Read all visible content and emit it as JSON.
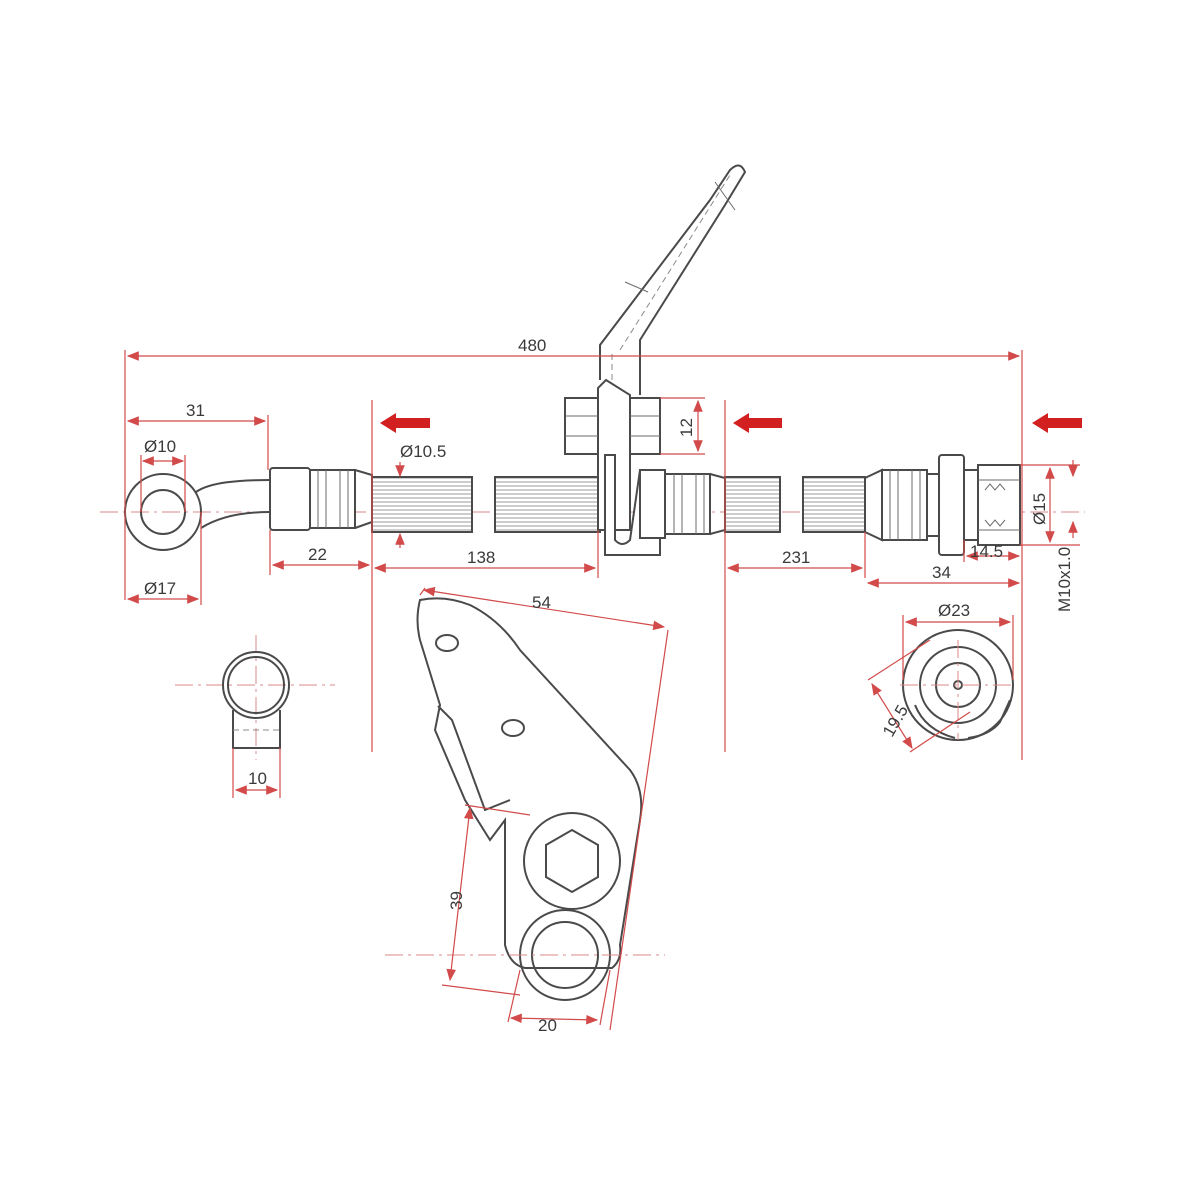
{
  "dimensions": {
    "overall_length": "480",
    "eye_offset": "31",
    "eye_inner_dia": "Ø10",
    "eye_outer_dia": "Ø17",
    "hose_dia": "Ø10.5",
    "fitting_left": "22",
    "hose_left_segment": "138",
    "bracket_thickness": "12",
    "hose_right_segment": "231",
    "fitting_right": "34",
    "thread_length": "14.5",
    "nut_dia": "Ø15",
    "thread_spec": "M10x1.0",
    "hex_flange_dia": "Ø23",
    "hex_flats": "19.5",
    "eye_width": "10",
    "bracket_length": "54",
    "bracket_height": "39",
    "bracket_hole": "20"
  },
  "colors": {
    "line": "#4a4a4a",
    "dimension": "#d24a4a",
    "arrow": "#d21f1f"
  },
  "icons": [
    "arrow-left-icon"
  ]
}
